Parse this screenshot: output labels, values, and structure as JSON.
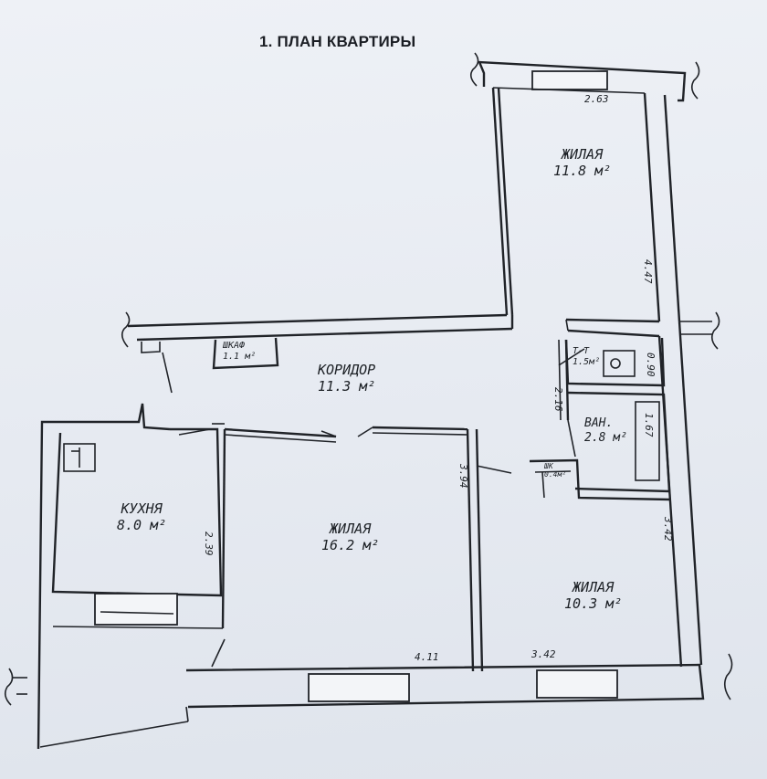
{
  "title": "1. ПЛАН КВАРТИРЫ",
  "rooms": {
    "living_top": {
      "name": "ЖИЛАЯ",
      "area": "11.8 м²"
    },
    "corridor": {
      "name": "КОРИДОР",
      "area": "11.3 м²"
    },
    "closet": {
      "name": "ШКАФ",
      "area": "1.1 м²"
    },
    "kitchen": {
      "name": "КУХНЯ",
      "area": "8.0 м²"
    },
    "living_center": {
      "name": "ЖИЛАЯ",
      "area": "16.2 м²"
    },
    "living_right": {
      "name": "ЖИЛАЯ",
      "area": "10.3 м²"
    },
    "toilet": {
      "name": "Т-Т",
      "area": "1.5м²"
    },
    "bath": {
      "name": "ВАН.",
      "area": "2.8 м²"
    },
    "cabinet": {
      "name": "ШК",
      "area": "0.4м²"
    }
  },
  "dimensions": {
    "top_width": "2.63",
    "top_height": "4.47",
    "toilet_width": "0.90",
    "toilet_height": "2.16",
    "bath_length": "1.67",
    "center_height": "3.94",
    "right_height": "3.42",
    "kitchen_height": "2.39",
    "center_width": "4.11",
    "right_width": "3.42"
  }
}
